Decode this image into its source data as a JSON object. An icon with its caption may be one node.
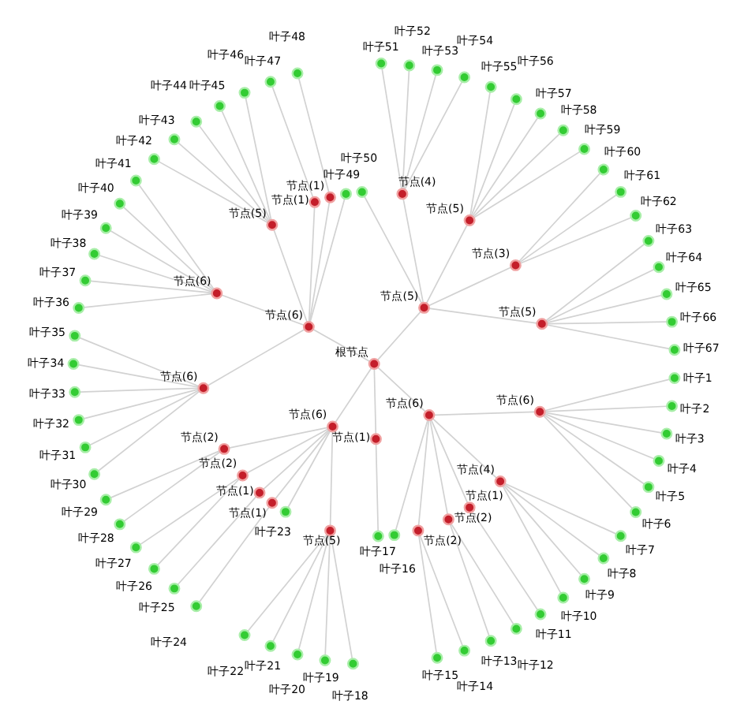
{
  "diagram": {
    "nodes": [
      {
        "text": [
          "根节点"
        ]
      },
      {
        "text": [
          "节点(6)"
        ]
      },
      {
        "text": [
          "节点(6)"
        ]
      },
      {
        "text": [
          "叶子1"
        ]
      },
      {
        "text": [
          "叶子2"
        ]
      },
      {
        "text": [
          "叶子3"
        ]
      },
      {
        "text": [
          "叶子4"
        ]
      },
      {
        "text": [
          "叶子5"
        ]
      },
      {
        "text": [
          "叶子6"
        ]
      },
      {
        "text": [
          "节点(4)"
        ]
      },
      {
        "text": [
          "叶子7"
        ]
      },
      {
        "text": [
          "叶子8"
        ]
      },
      {
        "text": [
          "叶子9"
        ]
      },
      {
        "text": [
          "叶子10"
        ]
      },
      {
        "text": [
          "节点(1)"
        ]
      },
      {
        "text": [
          "叶子11"
        ]
      },
      {
        "text": [
          "节点(2)"
        ]
      },
      {
        "text": [
          "叶子12"
        ]
      },
      {
        "text": [
          "叶子13"
        ]
      },
      {
        "text": [
          "节点(2)"
        ]
      },
      {
        "text": [
          "叶子14"
        ]
      },
      {
        "text": [
          "叶子15"
        ]
      },
      {
        "text": [
          "叶子16"
        ]
      },
      {
        "text": [
          "节点(1)"
        ]
      },
      {
        "text": [
          "叶子17"
        ]
      },
      {
        "text": [
          "节点(6)"
        ]
      },
      {
        "text": [
          "节点(5)"
        ]
      },
      {
        "text": [
          "叶子18"
        ]
      },
      {
        "text": [
          "叶子19"
        ]
      },
      {
        "text": [
          "叶子20"
        ]
      },
      {
        "text": [
          "叶子21"
        ]
      },
      {
        "text": [
          "叶子22"
        ]
      },
      {
        "text": [
          "叶子23"
        ]
      },
      {
        "text": [
          "节点(1)"
        ]
      },
      {
        "text": [
          "叶子24"
        ]
      },
      {
        "text": [
          "节点(1)"
        ]
      },
      {
        "text": [
          "叶子25"
        ]
      },
      {
        "text": [
          "节点(2)"
        ]
      },
      {
        "text": [
          "叶子26"
        ]
      },
      {
        "text": [
          "叶子27"
        ]
      },
      {
        "text": [
          "节点(2)"
        ]
      },
      {
        "text": [
          "叶子28"
        ]
      },
      {
        "text": [
          "叶子29"
        ]
      },
      {
        "text": [
          "节点(6)"
        ]
      },
      {
        "text": [
          "节点(6)"
        ]
      },
      {
        "text": [
          "叶子30"
        ]
      },
      {
        "text": [
          "叶子31"
        ]
      },
      {
        "text": [
          "叶子32"
        ]
      },
      {
        "text": [
          "叶子33"
        ]
      },
      {
        "text": [
          "叶子34"
        ]
      },
      {
        "text": [
          "叶子35"
        ]
      },
      {
        "text": [
          "节点(6)"
        ]
      },
      {
        "text": [
          "叶子36"
        ]
      },
      {
        "text": [
          "叶子37"
        ]
      },
      {
        "text": [
          "叶子38"
        ]
      },
      {
        "text": [
          "叶子39"
        ]
      },
      {
        "text": [
          "叶子40"
        ]
      },
      {
        "text": [
          "叶子41"
        ]
      },
      {
        "text": [
          "节点(5)"
        ]
      },
      {
        "text": [
          "叶子42"
        ]
      },
      {
        "text": [
          "叶子43"
        ]
      },
      {
        "text": [
          "叶子44"
        ]
      },
      {
        "text": [
          "叶子45"
        ]
      },
      {
        "text": [
          "叶子46"
        ]
      },
      {
        "text": [
          "节点(1)"
        ]
      },
      {
        "text": [
          "叶子47"
        ]
      },
      {
        "text": [
          "节点(1)"
        ]
      },
      {
        "text": [
          "叶子48"
        ]
      },
      {
        "text": [
          "叶子49"
        ]
      },
      {
        "text": [
          "节点(5)"
        ]
      },
      {
        "text": [
          "叶子50"
        ]
      },
      {
        "text": [
          "节点(4)"
        ]
      },
      {
        "text": [
          "叶子51"
        ]
      },
      {
        "text": [
          "叶子52"
        ]
      },
      {
        "text": [
          "叶子53"
        ]
      },
      {
        "text": [
          "叶子54"
        ]
      },
      {
        "text": [
          "节点(5)"
        ]
      },
      {
        "text": [
          "叶子55"
        ]
      },
      {
        "text": [
          "叶子56"
        ]
      },
      {
        "text": [
          "叶子57"
        ]
      },
      {
        "text": [
          "叶子58"
        ]
      },
      {
        "text": [
          "叶子59"
        ]
      },
      {
        "text": [
          "节点(3)"
        ]
      },
      {
        "text": [
          "叶子60"
        ]
      },
      {
        "text": [
          "叶子61"
        ]
      },
      {
        "text": [
          "叶子62"
        ]
      },
      {
        "text": [
          "节点(5)"
        ]
      },
      {
        "text": [
          "叶子63"
        ]
      },
      {
        "text": [
          "叶子64"
        ]
      },
      {
        "text": [
          "叶子65"
        ]
      },
      {
        "text": [
          "叶子66"
        ]
      },
      {
        "text": [
          "叶子67"
        ]
      }
    ],
    "edges": [
      {
        "from": 0,
        "to": 1,
        "arrow": "none"
      },
      {
        "from": 1,
        "to": 2,
        "arrow": "none"
      },
      {
        "from": 2,
        "to": 3,
        "arrow": "none"
      },
      {
        "from": 2,
        "to": 4,
        "arrow": "none"
      },
      {
        "from": 2,
        "to": 5,
        "arrow": "none"
      },
      {
        "from": 2,
        "to": 6,
        "arrow": "none"
      },
      {
        "from": 2,
        "to": 7,
        "arrow": "none"
      },
      {
        "from": 2,
        "to": 8,
        "arrow": "none"
      },
      {
        "from": 1,
        "to": 9,
        "arrow": "none"
      },
      {
        "from": 9,
        "to": 10,
        "arrow": "none"
      },
      {
        "from": 9,
        "to": 11,
        "arrow": "none"
      },
      {
        "from": 9,
        "to": 12,
        "arrow": "none"
      },
      {
        "from": 9,
        "to": 13,
        "arrow": "none"
      },
      {
        "from": 1,
        "to": 14,
        "arrow": "none"
      },
      {
        "from": 14,
        "to": 15,
        "arrow": "none"
      },
      {
        "from": 1,
        "to": 16,
        "arrow": "none"
      },
      {
        "from": 16,
        "to": 17,
        "arrow": "none"
      },
      {
        "from": 16,
        "to": 18,
        "arrow": "none"
      },
      {
        "from": 1,
        "to": 19,
        "arrow": "none"
      },
      {
        "from": 19,
        "to": 20,
        "arrow": "none"
      },
      {
        "from": 19,
        "to": 21,
        "arrow": "none"
      },
      {
        "from": 1,
        "to": 22,
        "arrow": "none"
      },
      {
        "from": 0,
        "to": 23,
        "arrow": "none"
      },
      {
        "from": 23,
        "to": 24,
        "arrow": "none"
      },
      {
        "from": 0,
        "to": 25,
        "arrow": "none"
      },
      {
        "from": 25,
        "to": 26,
        "arrow": "none"
      },
      {
        "from": 26,
        "to": 27,
        "arrow": "none"
      },
      {
        "from": 26,
        "to": 28,
        "arrow": "none"
      },
      {
        "from": 26,
        "to": 29,
        "arrow": "none"
      },
      {
        "from": 26,
        "to": 30,
        "arrow": "none"
      },
      {
        "from": 26,
        "to": 31,
        "arrow": "none"
      },
      {
        "from": 25,
        "to": 32,
        "arrow": "none"
      },
      {
        "from": 25,
        "to": 33,
        "arrow": "none"
      },
      {
        "from": 33,
        "to": 34,
        "arrow": "none"
      },
      {
        "from": 25,
        "to": 35,
        "arrow": "none"
      },
      {
        "from": 35,
        "to": 36,
        "arrow": "none"
      },
      {
        "from": 25,
        "to": 37,
        "arrow": "none"
      },
      {
        "from": 37,
        "to": 38,
        "arrow": "none"
      },
      {
        "from": 37,
        "to": 39,
        "arrow": "none"
      },
      {
        "from": 25,
        "to": 40,
        "arrow": "none"
      },
      {
        "from": 40,
        "to": 41,
        "arrow": "none"
      },
      {
        "from": 40,
        "to": 42,
        "arrow": "none"
      },
      {
        "from": 0,
        "to": 43,
        "arrow": "none"
      },
      {
        "from": 43,
        "to": 44,
        "arrow": "none"
      },
      {
        "from": 44,
        "to": 45,
        "arrow": "none"
      },
      {
        "from": 44,
        "to": 46,
        "arrow": "none"
      },
      {
        "from": 44,
        "to": 47,
        "arrow": "none"
      },
      {
        "from": 44,
        "to": 48,
        "arrow": "none"
      },
      {
        "from": 44,
        "to": 49,
        "arrow": "none"
      },
      {
        "from": 44,
        "to": 50,
        "arrow": "none"
      },
      {
        "from": 43,
        "to": 51,
        "arrow": "none"
      },
      {
        "from": 51,
        "to": 52,
        "arrow": "none"
      },
      {
        "from": 51,
        "to": 53,
        "arrow": "none"
      },
      {
        "from": 51,
        "to": 54,
        "arrow": "none"
      },
      {
        "from": 51,
        "to": 55,
        "arrow": "none"
      },
      {
        "from": 51,
        "to": 56,
        "arrow": "none"
      },
      {
        "from": 51,
        "to": 57,
        "arrow": "none"
      },
      {
        "from": 43,
        "to": 58,
        "arrow": "none"
      },
      {
        "from": 58,
        "to": 59,
        "arrow": "none"
      },
      {
        "from": 58,
        "to": 60,
        "arrow": "none"
      },
      {
        "from": 58,
        "to": 61,
        "arrow": "none"
      },
      {
        "from": 58,
        "to": 62,
        "arrow": "none"
      },
      {
        "from": 58,
        "to": 63,
        "arrow": "none"
      },
      {
        "from": 43,
        "to": 64,
        "arrow": "none"
      },
      {
        "from": 64,
        "to": 65,
        "arrow": "none"
      },
      {
        "from": 43,
        "to": 66,
        "arrow": "none"
      },
      {
        "from": 66,
        "to": 67,
        "arrow": "none"
      },
      {
        "from": 43,
        "to": 68,
        "arrow": "none"
      },
      {
        "from": 0,
        "to": 69,
        "arrow": "none"
      },
      {
        "from": 69,
        "to": 70,
        "arrow": "none"
      },
      {
        "from": 69,
        "to": 71,
        "arrow": "none"
      },
      {
        "from": 71,
        "to": 72,
        "arrow": "none"
      },
      {
        "from": 71,
        "to": 73,
        "arrow": "none"
      },
      {
        "from": 71,
        "to": 74,
        "arrow": "none"
      },
      {
        "from": 71,
        "to": 75,
        "arrow": "none"
      },
      {
        "from": 69,
        "to": 76,
        "arrow": "none"
      },
      {
        "from": 76,
        "to": 77,
        "arrow": "none"
      },
      {
        "from": 76,
        "to": 78,
        "arrow": "none"
      },
      {
        "from": 76,
        "to": 79,
        "arrow": "none"
      },
      {
        "from": 76,
        "to": 80,
        "arrow": "none"
      },
      {
        "from": 76,
        "to": 81,
        "arrow": "none"
      },
      {
        "from": 69,
        "to": 82,
        "arrow": "none"
      },
      {
        "from": 82,
        "to": 83,
        "arrow": "none"
      },
      {
        "from": 82,
        "to": 84,
        "arrow": "none"
      },
      {
        "from": 82,
        "to": 85,
        "arrow": "none"
      },
      {
        "from": 69,
        "to": 86,
        "arrow": "none"
      },
      {
        "from": 86,
        "to": 87,
        "arrow": "none"
      },
      {
        "from": 86,
        "to": 88,
        "arrow": "none"
      },
      {
        "from": 86,
        "to": 89,
        "arrow": "none"
      },
      {
        "from": 86,
        "to": 90,
        "arrow": "none"
      },
      {
        "from": 86,
        "to": 91,
        "arrow": "none"
      }
    ]
  }
}
